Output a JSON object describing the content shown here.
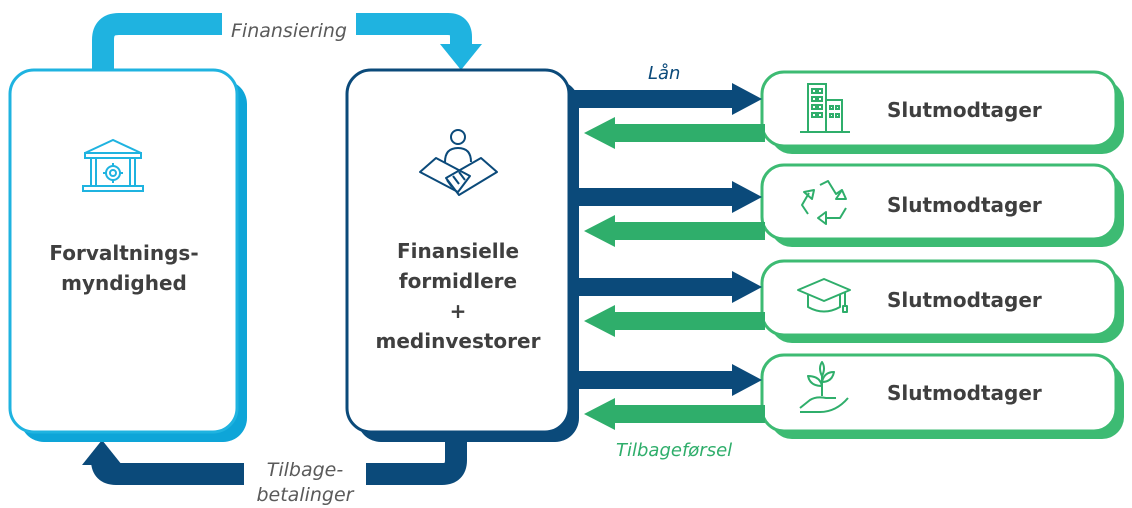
{
  "colors": {
    "light_blue": "#1fb3e0",
    "light_blue_shadow": "#0ea5d8",
    "dark_blue": "#0b4a7a",
    "green": "#2fae6b",
    "green_border": "#3dbb73",
    "text": "#3f3f3f"
  },
  "authority": {
    "label_line1": "Forvaltnings-",
    "label_line2": "myndighed",
    "icon": "bank-gear-icon"
  },
  "intermediary": {
    "label_line1": "Finansielle",
    "label_line2": "formidlere",
    "label_plus": "+",
    "label_line3": "medinvestorer",
    "icon": "handshake-person-icon"
  },
  "flows": {
    "financing_label": "Finansiering",
    "repayment_label_line1": "Tilbage-",
    "repayment_label_line2": "betalinger",
    "loan_label": "Lån",
    "reflow_label": "Tilbageførsel"
  },
  "recipients": [
    {
      "label": "Slutmodtager",
      "icon": "building-icon"
    },
    {
      "label": "Slutmodtager",
      "icon": "recycle-icon"
    },
    {
      "label": "Slutmodtager",
      "icon": "graduation-cap-icon"
    },
    {
      "label": "Slutmodtager",
      "icon": "hand-plant-icon"
    }
  ]
}
